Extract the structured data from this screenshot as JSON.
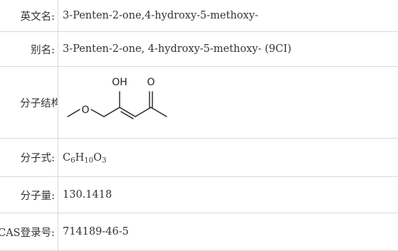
{
  "rows": {
    "english_name": {
      "label": "英文名:",
      "value": "3-Penten-2-one,4-hydroxy-5-methoxy-"
    },
    "alias": {
      "label": "别名:",
      "value": "3-Penten-2-one, 4-hydroxy-5-methoxy- (9CI)"
    },
    "structure": {
      "label": "分子结构:",
      "atom_oh": "OH",
      "atom_o_carbonyl": "O",
      "atom_o_ether": "O"
    },
    "formula": {
      "label": "分子式:",
      "c": "C",
      "c_count": "6",
      "h": "H",
      "h_count": "10",
      "o": "O",
      "o_count": "3"
    },
    "molecular_weight": {
      "label": "分子量:",
      "value": "130.1418"
    },
    "cas": {
      "label": "CAS登录号:",
      "value": "714189-46-5"
    }
  },
  "colors": {
    "border": "#d9d9d9",
    "text": "#333333",
    "bond": "#222222"
  }
}
